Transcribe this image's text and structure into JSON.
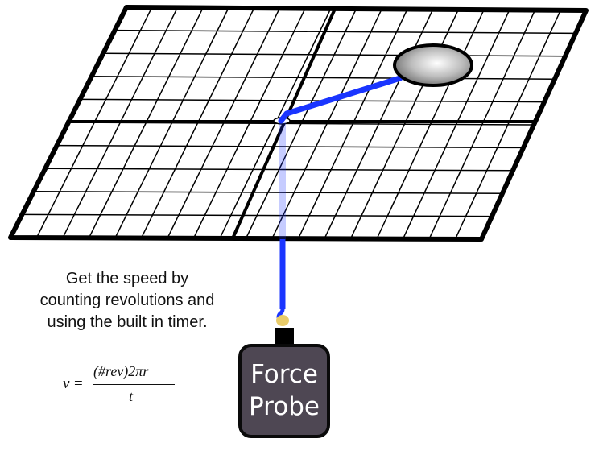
{
  "caption": {
    "line1": "Get the speed by",
    "line2": "counting revolutions and",
    "line3": "using the built in timer."
  },
  "formula": {
    "lhs": "v",
    "equals": "=",
    "numerator": "(#rev)2πr",
    "denominator": "t"
  },
  "probe": {
    "line1": "Force",
    "line2": "Probe"
  },
  "colors": {
    "string": "#1a35ff",
    "grid_line": "#000000",
    "probe_body": "#4e4753",
    "clip": "#e9cc6a"
  }
}
